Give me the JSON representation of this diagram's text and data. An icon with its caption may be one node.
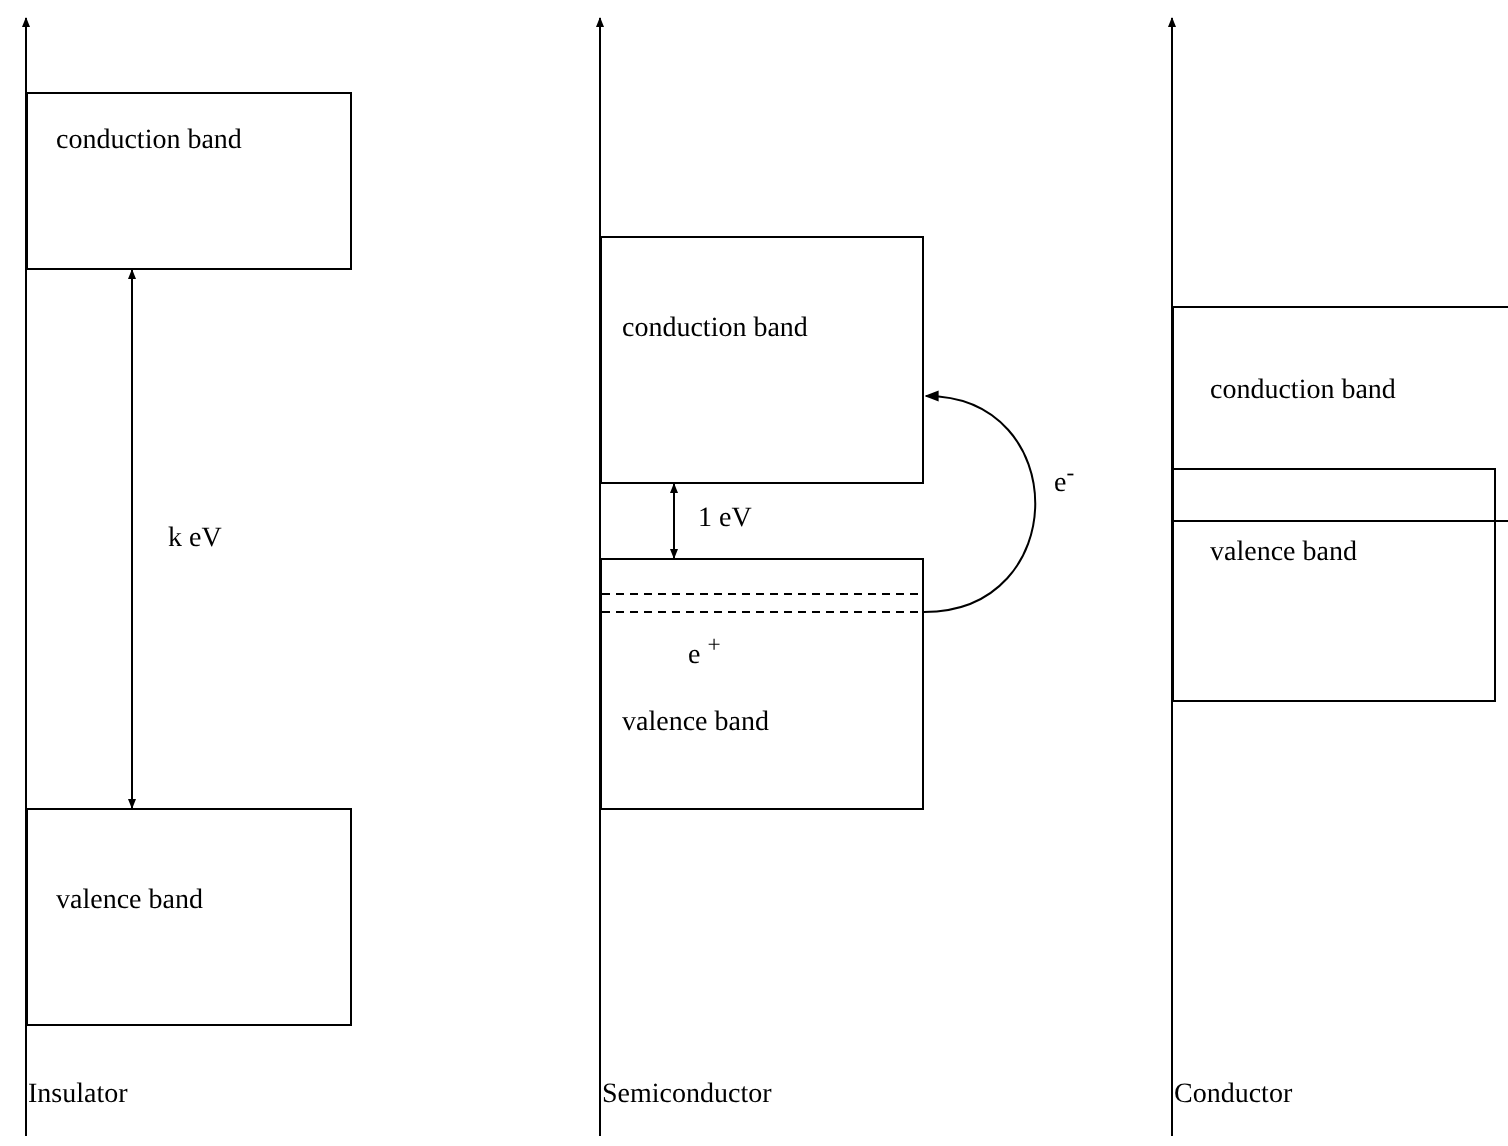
{
  "diagram": {
    "nodes": [
      {
        "text": [
          "conduction band"
        ]
      },
      {
        "text": [
          "valence band"
        ]
      },
      {
        "text": [
          "conduction band"
        ]
      },
      {
        "text": [
          "valence band"
        ]
      },
      {
        "text": [
          "conduction band"
        ]
      },
      {
        "text": [
          "valence band"
        ]
      }
    ],
    "edges": [
      {
        "from": 0,
        "to": 1,
        "arrow": "both",
        "label": "k  eV"
      },
      {
        "from": 2,
        "to": 3,
        "arrow": "both",
        "label": "1 eV"
      },
      {
        "from": 3,
        "to": 2,
        "arrow": "to",
        "label": "e$^{-}$"
      }
    ],
    "labels": [
      "e $^{+}$",
      "Insulator",
      "Semiconductor",
      "Conductor"
    ]
  }
}
